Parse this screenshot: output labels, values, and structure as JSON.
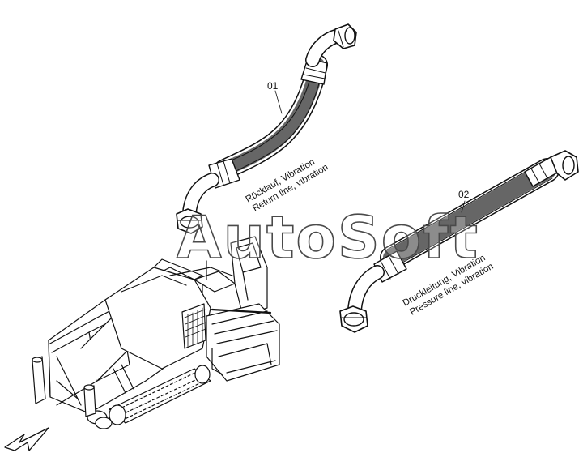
{
  "parts": [
    {
      "number": "01",
      "label_de": "Rücklauf, Vibration",
      "label_en": "Return line, vibration"
    },
    {
      "number": "02",
      "label_de": "Druckleitung, Vibration",
      "label_en": "Pressure line, vibration"
    }
  ],
  "watermark": "AutoSoft",
  "colors": {
    "line": "#111111",
    "watermark_outline": "#4a4a4a"
  }
}
